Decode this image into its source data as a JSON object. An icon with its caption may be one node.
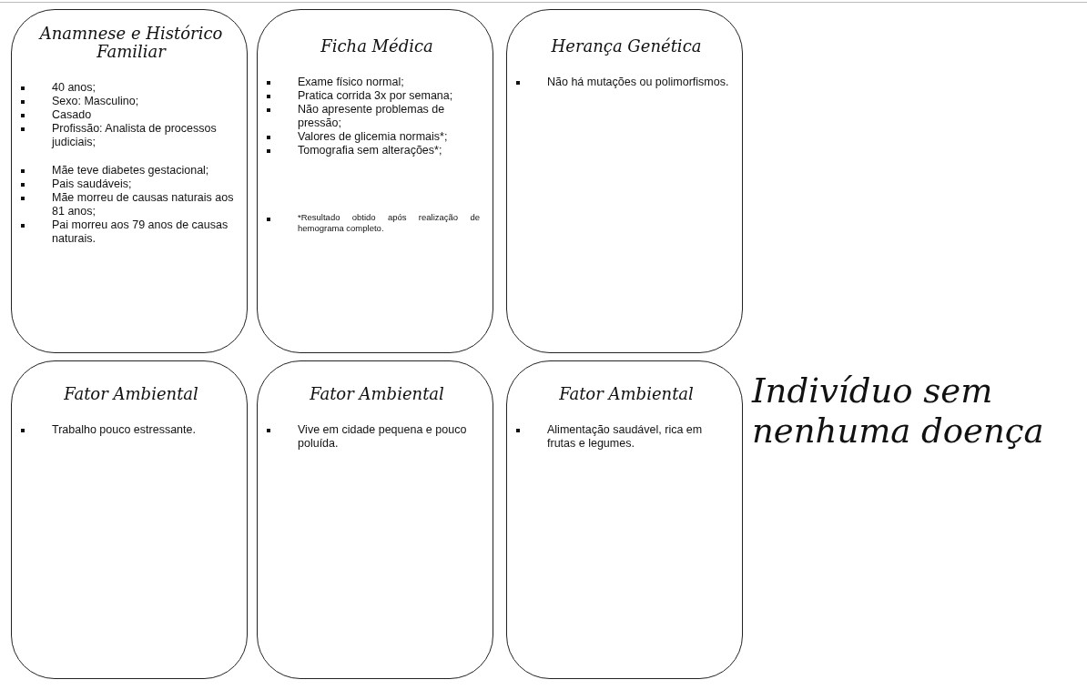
{
  "diagram": {
    "nodes": [
      {
        "text": [
          "Anamnese e Histórico Familiar",
          "40 anos;",
          "Sexo: Masculino;",
          "Casado",
          "Profissão: Analista de processos judiciais;",
          "Mãe teve diabetes gestacional;",
          "Pais saudáveis;",
          "Mãe morreu de causas naturais aos 81 anos;",
          "Pai morreu aos 79 anos de causas naturais."
        ]
      },
      {
        "text": [
          "Ficha Médica",
          "Exame físico normal;",
          "Pratica corrida 3x por semana;",
          "Não apresente problemas de pressão;",
          "Valores de glicemia normais*;",
          "Tomografia sem alterações*;",
          "*Resultado obtido após realização de hemograma completo."
        ]
      },
      {
        "text": [
          "Herança Genética",
          "Não há mutações ou polimorfismos."
        ]
      },
      {
        "text": [
          "Fator Ambiental",
          "Trabalho pouco estressante."
        ]
      },
      {
        "text": [
          "Fator Ambiental",
          "Vive em cidade pequena e pouco poluída."
        ]
      },
      {
        "text": [
          "Fator Ambiental",
          "Alimentação saudável, rica em frutas e legumes."
        ]
      }
    ],
    "labels": [
      "Indivíduo sem nenhuma doença"
    ]
  }
}
